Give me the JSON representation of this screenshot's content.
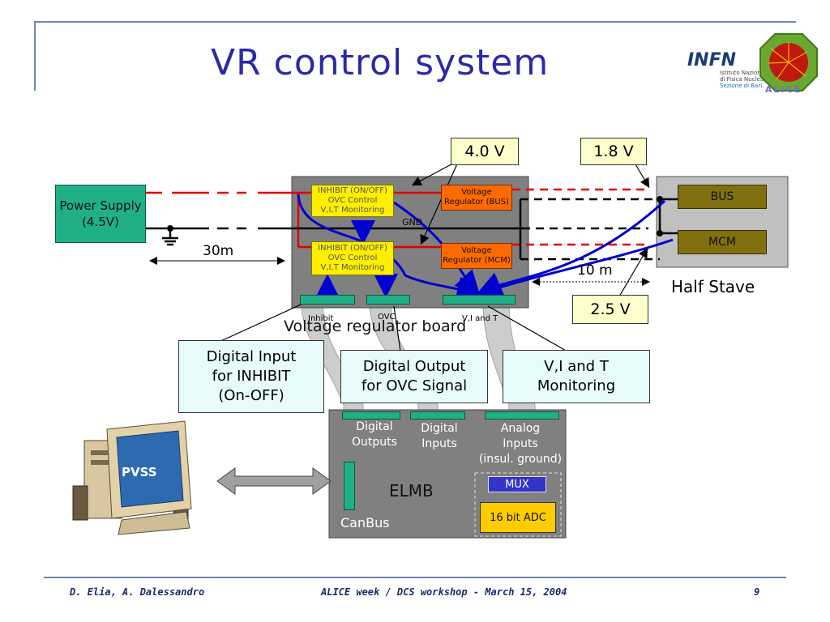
{
  "title": "VR control system",
  "logos": {
    "infn": "INFN",
    "infn_sub": [
      "Istituto Nazionale",
      "di Fisica Nucleare",
      "Sezione di Bari"
    ],
    "alice": "ALICE"
  },
  "power_supply": "Power Supply (4.5V)",
  "distance_30m": "30m",
  "distance_10m": "10 m",
  "gnd": "GND",
  "vr_board": {
    "label": "Voltage regulator board",
    "inhibit_block": [
      "INHIBIT (ON/OFF)",
      "OVC Control",
      "V,I,T Monitoring"
    ],
    "regulator_bus": [
      "Voltage",
      "Regulator (BUS)"
    ],
    "regulator_mcm": [
      "Voltage",
      "Regulator (MCM)"
    ],
    "connectors": [
      "Inhibit",
      "OVC",
      "V,I and T"
    ]
  },
  "half_stave": {
    "label": "Half Stave",
    "bus": "BUS",
    "mcm": "MCM"
  },
  "voltages": {
    "v40": "4.0 V",
    "v18": "1.8 V",
    "v25": "2.5 V"
  },
  "callouts": {
    "digital_input": [
      "Digital Input",
      "for INHIBIT",
      "(On-OFF)"
    ],
    "digital_output": [
      "Digital Output",
      "for OVC Signal"
    ],
    "monitoring": [
      "V,I and T",
      "Monitoring"
    ]
  },
  "elmb": {
    "label": "ELMB",
    "digital_outputs": [
      "Digital",
      "Outputs"
    ],
    "digital_inputs": [
      "Digital",
      "Inputs"
    ],
    "analog_inputs": [
      "Analog",
      "Inputs",
      "(insul. ground)"
    ],
    "mux": "MUX",
    "adc": "16 bit ADC",
    "canbus": "CanBus"
  },
  "pvss": "PVSS",
  "footer": {
    "authors": "D. Elia, A. Dalessandro",
    "event": "ALICE week / DCS workshop - March 15, 2004",
    "page": "9"
  },
  "colors": {
    "title": "#2a2aa8",
    "power_supply": "#20b088",
    "inhibit_block": "#ffee00",
    "regulator": "#ff6a00",
    "half_stave_module": "#807010",
    "callout": "#e8fbfb",
    "elmb_connector": "#20b088",
    "mux": "#3434c8",
    "adc": "#ffcc00",
    "voltage_label": "#ffffcc",
    "red_line": "#e00000",
    "blue_line": "#0000d0"
  }
}
